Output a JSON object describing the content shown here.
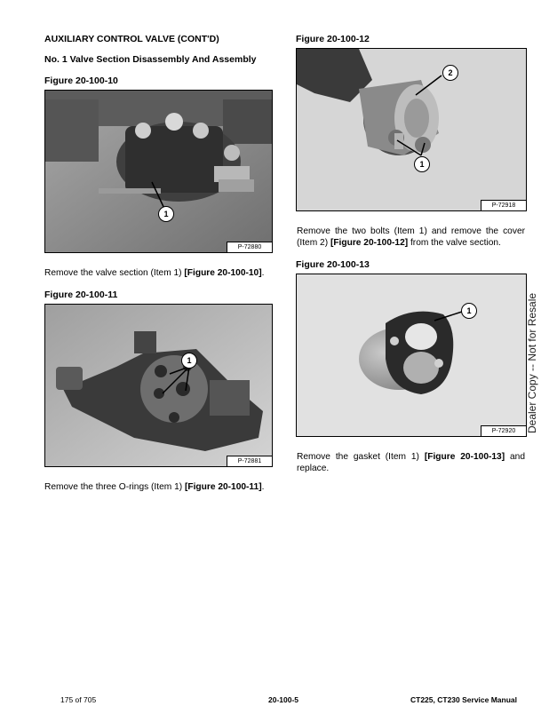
{
  "header": {
    "section_title": "AUXILIARY CONTROL VALVE (CONT'D)",
    "subsection_title": "No. 1 Valve Section Disassembly And Assembly"
  },
  "figures": [
    {
      "label": "Figure 20-100-10",
      "photo_code": "P-72880",
      "callouts": [
        "1"
      ]
    },
    {
      "label": "Figure 20-100-11",
      "photo_code": "P-72881",
      "callouts": [
        "1"
      ]
    },
    {
      "label": "Figure 20-100-12",
      "photo_code": "P-72918",
      "callouts": [
        "2",
        "1"
      ]
    },
    {
      "label": "Figure 20-100-13",
      "photo_code": "P-72920",
      "callouts": [
        "1"
      ]
    }
  ],
  "steps": [
    {
      "text": "Remove the valve section (Item 1) ",
      "ref": "[Figure 20-100-10]",
      "end": "."
    },
    {
      "text": "Remove the three O-rings (Item 1) ",
      "ref": "[Figure 20-100-11]",
      "end": "."
    },
    {
      "line1": "Remove the two bolts (Item 1) and remove the cover",
      "line2_pre": "(Item 2) ",
      "ref": "[Figure 20-100-12]",
      "line2_post": " from the valve section."
    },
    {
      "line1_pre": "Remove the gasket (Item 1) ",
      "ref": "[Figure 20-100-13]",
      "line1_post": " and",
      "line2": "replace."
    }
  ],
  "side_note": "Dealer Copy -- Not for Resale",
  "footer": {
    "page_count": "175 of 705",
    "page_number": "20-100-5",
    "manual_title": "CT225, CT230 Service Manual"
  }
}
